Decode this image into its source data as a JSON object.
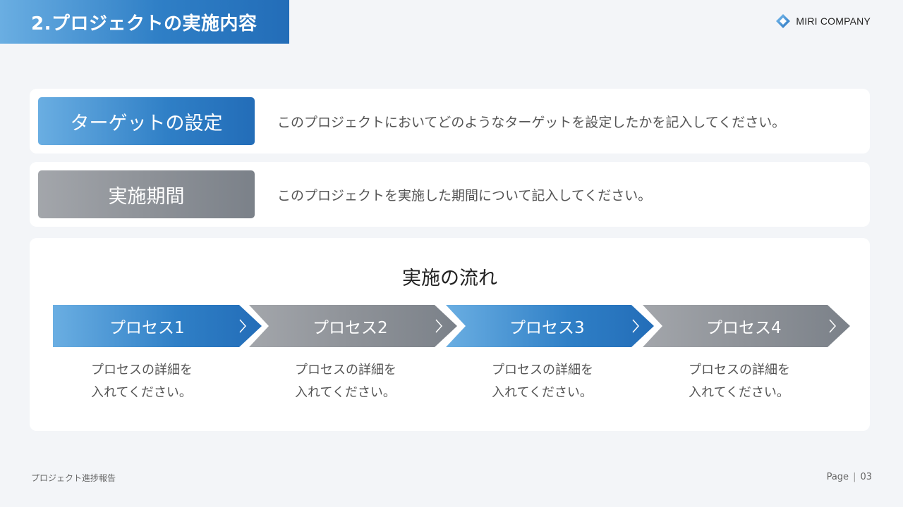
{
  "header": {
    "title": "2.プロジェクトの実施内容",
    "company": "MIRI COMPANY"
  },
  "rows": [
    {
      "label": "ターゲットの設定",
      "description": "このプロジェクトにおいてどのようなターゲットを設定したかを記入してください。",
      "color": "#2f7fc6"
    },
    {
      "label": "実施期間",
      "description": "このプロジェクトを実施した期間について記入してください。",
      "color": "#8e9298"
    }
  ],
  "flow": {
    "title": "実施の流れ",
    "steps": [
      {
        "label": "プロセス1",
        "line1": "プロセスの詳細を",
        "line2": "入れてください。",
        "color": "blue"
      },
      {
        "label": "プロセス2",
        "line1": "プロセスの詳細を",
        "line2": "入れてください。",
        "color": "gray"
      },
      {
        "label": "プロセス3",
        "line1": "プロセスの詳細を",
        "line2": "入れてください。",
        "color": "blue"
      },
      {
        "label": "プロセス4",
        "line1": "プロセスの詳細を",
        "line2": "入れてください。",
        "color": "gray"
      }
    ]
  },
  "footer": {
    "left": "プロジェクト進捗報告",
    "page_label": "Page",
    "separator": "|",
    "page_number": "03"
  },
  "colors": {
    "accent_blue": "#2f7fc6",
    "accent_gray": "#8e9298",
    "background": "#f3f5f8"
  }
}
